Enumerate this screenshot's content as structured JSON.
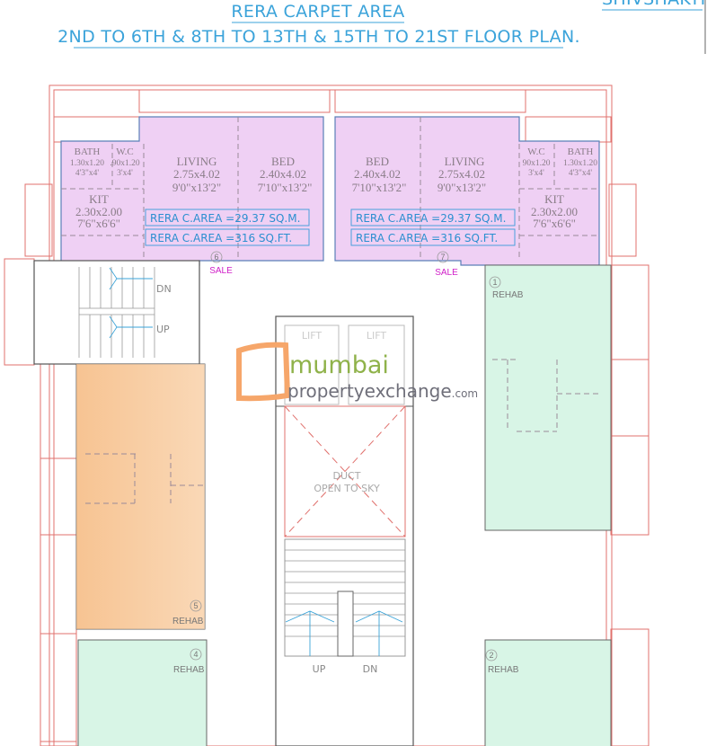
{
  "header": {
    "title_line1": "RERA CARPET AREA",
    "title_line2": "2ND TO 6TH & 8TH TO 13TH & 15TH TO 21ST FLOOR PLAN.",
    "project_name": "SHIVSHAKTI",
    "title_color": "#3ba3da"
  },
  "colors": {
    "sale_fill": "#efd0f4",
    "rehab_fill": "#d8f5e6",
    "highlight_fill": "#f8c99a",
    "wall": "#e0706c"
  },
  "flats": [
    {
      "number": "6",
      "status": "SALE",
      "rooms": [
        {
          "name": "BATH",
          "metric": "1.30x1.20",
          "imperial": "4'3\"x4'"
        },
        {
          "name": "W.C",
          "metric": ".90x1.20",
          "imperial": "3'x4'"
        },
        {
          "name": "LIVING",
          "metric": "2.75x4.02",
          "imperial": "9'0\"x13'2\""
        },
        {
          "name": "BED",
          "metric": "2.40x4.02",
          "imperial": "7'10\"x13'2\""
        },
        {
          "name": "KIT",
          "metric": "2.30x2.00",
          "imperial": "7'6\"x6'6\""
        }
      ],
      "area_sqm": "RERA C.AREA =29.37 SQ.M.",
      "area_sqft": "RERA C.AREA =316 SQ.FT."
    },
    {
      "number": "7",
      "status": "SALE",
      "rooms": [
        {
          "name": "BED",
          "metric": "2.40x4.02",
          "imperial": "7'10\"x13'2\""
        },
        {
          "name": "LIVING",
          "metric": "2.75x4.02",
          "imperial": "9'0\"x13'2\""
        },
        {
          "name": "W.C",
          "metric": "90x1.20",
          "imperial": "3'x4'"
        },
        {
          "name": "BATH",
          "metric": "1.30x1.20",
          "imperial": "4'3\"x4'"
        },
        {
          "name": "KIT",
          "metric": "2.30x2.00",
          "imperial": "7'6\"x6'6\""
        }
      ],
      "area_sqm": "RERA C.AREA =29.37 SQ.M.",
      "area_sqft": "RERA C.AREA =316 SQ.FT."
    }
  ],
  "rehab_flats": [
    {
      "number": "1",
      "label": "REHAB"
    },
    {
      "number": "2",
      "label": "REHAB"
    },
    {
      "number": "4",
      "label": "REHAB"
    },
    {
      "number": "5",
      "label": "REHAB"
    }
  ],
  "core": {
    "stair_top_dn": "DN",
    "stair_top_up": "UP",
    "lift_label": "LIFT",
    "duct_line1": "DUCT",
    "duct_line2": "OPEN TO SKY",
    "stair_bottom_up": "UP",
    "stair_bottom_dn": "DN"
  },
  "watermark": {
    "line1": "mumbai",
    "line2": "propertyexchange",
    "suffix": ".com"
  }
}
